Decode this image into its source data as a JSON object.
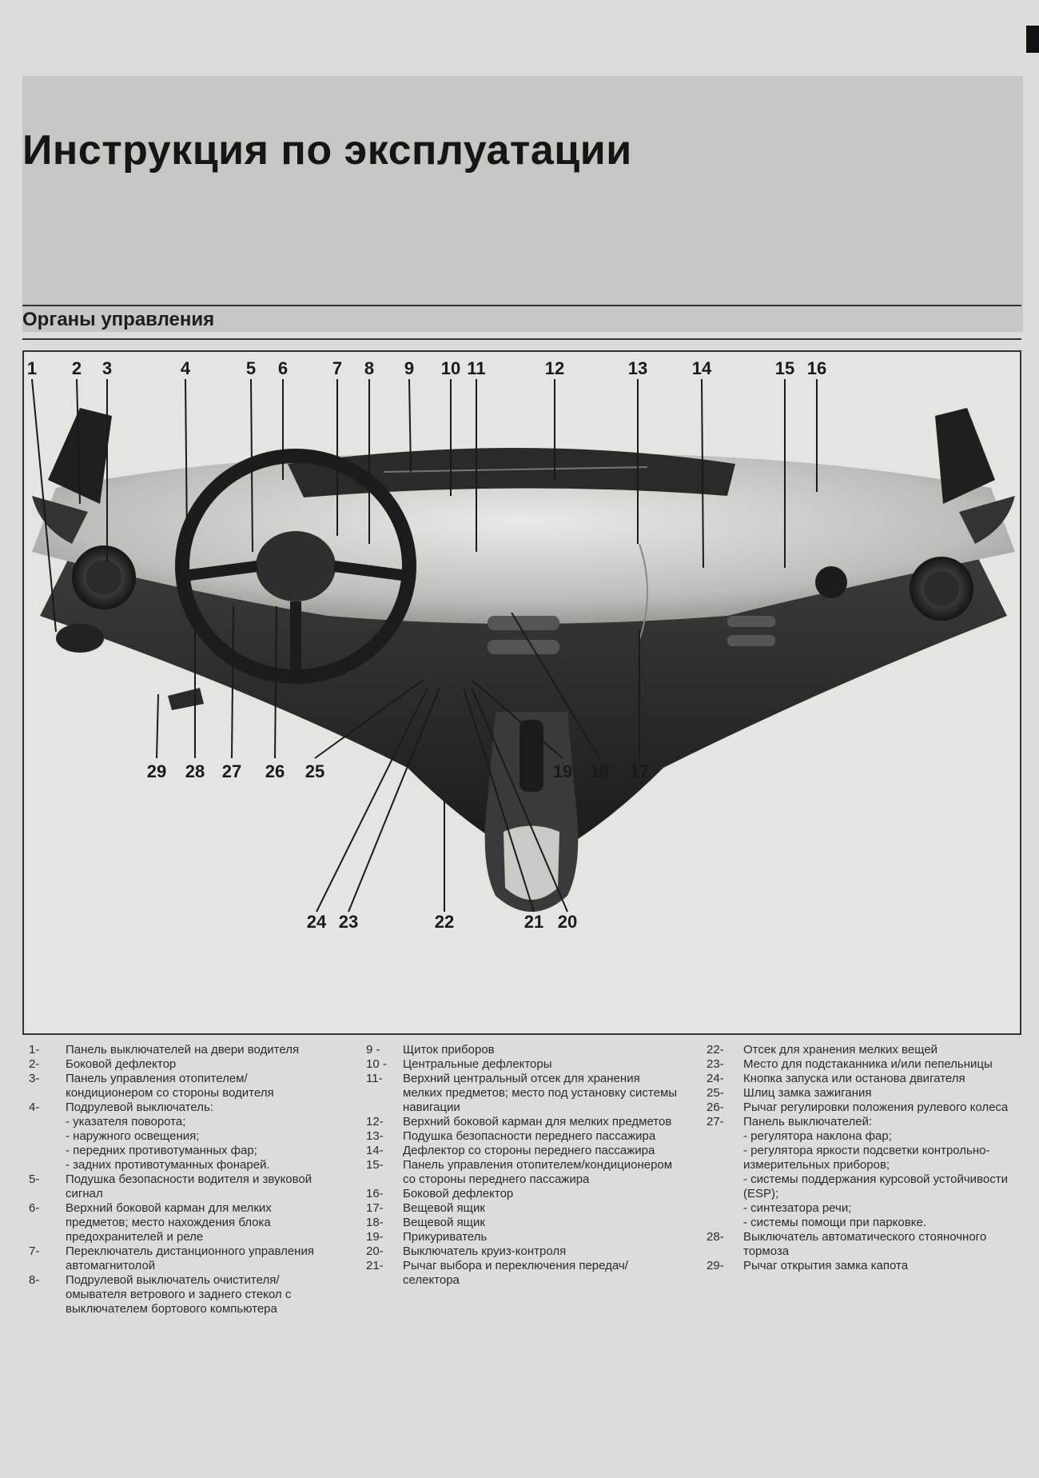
{
  "document": {
    "title": "Инструкция по эксплуатации",
    "section_title": "Органы управления"
  },
  "figure": {
    "top_callouts": [
      "1",
      "2",
      "3",
      "4",
      "5",
      "6",
      "7",
      "8",
      "9",
      "10",
      "11",
      "12",
      "13",
      "14",
      "15",
      "16"
    ],
    "mid_callouts": [
      "29",
      "28",
      "27",
      "26",
      "25",
      "19",
      "18",
      "17"
    ],
    "bottom_callouts": [
      "24",
      "23",
      "22",
      "21",
      "20"
    ]
  },
  "legend": {
    "columns": [
      [
        {
          "num": "1-",
          "text": "Панель выключателей на двери водителя"
        },
        {
          "num": "2-",
          "text": "Боковой дефлектор"
        },
        {
          "num": "3-",
          "text": "Панель управления отопителем/кондиционером со стороны водителя"
        },
        {
          "num": "4-",
          "text": "Подрулевой выключатель:",
          "subs": [
            "- указателя поворота;",
            "- наружного освещения;",
            "- передних противотуманных фар;",
            "- задних противотуманных фонарей."
          ]
        },
        {
          "num": "5-",
          "text": "Подушка безопасности водителя и звуковой сигнал"
        },
        {
          "num": "6-",
          "text": "Верхний боковой карман для мелких предметов; место нахождения блока предохранителей и реле"
        },
        {
          "num": "7-",
          "text": "Переключатель дистанционного управления автомагнитолой"
        },
        {
          "num": "8-",
          "text": "Подрулевой выключатель очистителя/омывателя ветрового и заднего стекол с выключателем бортового компьютера"
        }
      ],
      [
        {
          "num": "9 -",
          "text": "Щиток приборов"
        },
        {
          "num": "10 -",
          "text": "Центральные дефлекторы"
        },
        {
          "num": "11-",
          "text": "Верхний центральный отсек для хранения мелких предметов; место под установку системы навигации"
        },
        {
          "num": "12-",
          "text": "Верхний боковой карман для мелких предметов"
        },
        {
          "num": "13-",
          "text": "Подушка безопасности переднего пассажира"
        },
        {
          "num": "14-",
          "text": "Дефлектор со стороны переднего пассажира"
        },
        {
          "num": "15-",
          "text": "Панель управления отопителем/кондиционером со стороны переднего пассажира"
        },
        {
          "num": "16-",
          "text": "Боковой дефлектор"
        },
        {
          "num": "17-",
          "text": "Вещевой ящик"
        },
        {
          "num": "18-",
          "text": "Вещевой ящик"
        },
        {
          "num": "19-",
          "text": "Прикуриватель"
        },
        {
          "num": "20-",
          "text": "Выключатель круиз-контроля"
        },
        {
          "num": "21-",
          "text": "Рычаг выбора и переключения передач/селектора"
        }
      ],
      [
        {
          "num": "22-",
          "text": "Отсек для хранения мелких вещей"
        },
        {
          "num": "23-",
          "text": "Место для подстаканника и/или пепельницы"
        },
        {
          "num": "24-",
          "text": "Кнопка запуска или останова двигателя"
        },
        {
          "num": "25-",
          "text": "Шлиц замка зажигания"
        },
        {
          "num": "26-",
          "text": "Рычаг регулировки положения рулевого колеса"
        },
        {
          "num": "27-",
          "text": "Панель выключателей:",
          "subs": [
            "- регулятора наклона фар;",
            "- регулятора яркости подсветки контрольно-измерительных приборов;",
            "- системы поддержания курсовой устойчивости (ESP);",
            "- синтезатора речи;",
            "- системы помощи при парковке."
          ]
        },
        {
          "num": "28-",
          "text": "Выключатель автоматического стояночного тормоза"
        },
        {
          "num": "29-",
          "text": "Рычаг открытия замка капота"
        }
      ]
    ]
  }
}
